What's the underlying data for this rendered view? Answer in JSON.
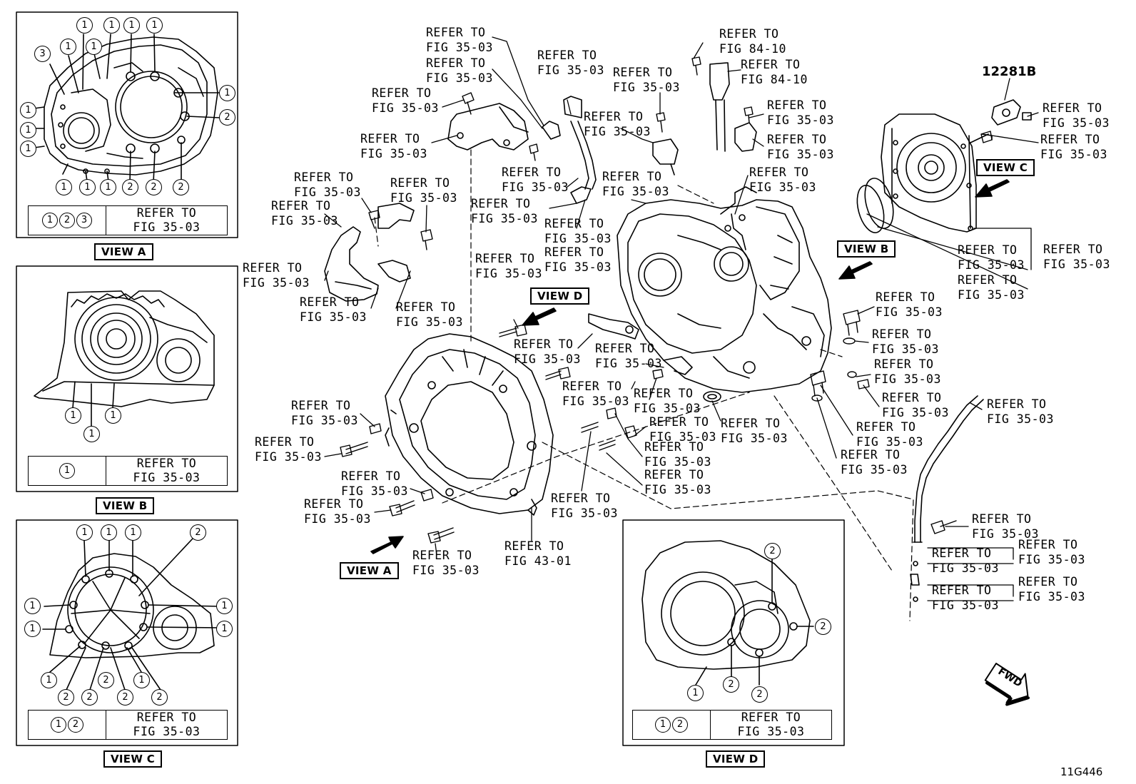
{
  "diagram": {
    "refer_label_line1": "REFER TO",
    "callouts": [
      {
        "id": "c1",
        "l2": "FIG 35-03"
      },
      {
        "id": "c2",
        "l2": "FIG 35-03"
      },
      {
        "id": "c3",
        "l2": "FIG 35-03"
      },
      {
        "id": "c4",
        "l2": "FIG 35-03"
      },
      {
        "id": "c5",
        "l2": "FIG 35-03"
      },
      {
        "id": "c6",
        "l2": "FIG 35-03"
      },
      {
        "id": "c7",
        "l2": "FIG 35-03"
      },
      {
        "id": "c8",
        "l2": "FIG 35-03"
      },
      {
        "id": "c9",
        "l2": "FIG 35-03"
      },
      {
        "id": "c10",
        "l2": "FIG 35-03"
      },
      {
        "id": "c11",
        "l2": "FIG 35-03"
      },
      {
        "id": "c12",
        "l2": "FIG 35-03"
      },
      {
        "id": "c13",
        "l2": "FIG 35-03"
      },
      {
        "id": "c14",
        "l2": "FIG 35-03"
      },
      {
        "id": "c15",
        "l2": "FIG 35-03"
      },
      {
        "id": "c16",
        "l2": "FIG 35-03"
      },
      {
        "id": "c17",
        "l2": "FIG 84-10"
      },
      {
        "id": "c18",
        "l2": "FIG 84-10"
      },
      {
        "id": "c19",
        "l2": "FIG 35-03"
      },
      {
        "id": "c20",
        "l2": "FIG 35-03"
      },
      {
        "id": "c21",
        "l2": "FIG 35-03"
      },
      {
        "id": "c22",
        "l2": "FIG 35-03"
      },
      {
        "id": "c23",
        "l2": "FIG 35-03"
      },
      {
        "id": "c24",
        "l2": "FIG 35-03"
      },
      {
        "id": "c25",
        "l2": "FIG 35-03"
      },
      {
        "id": "c26",
        "l2": "FIG 35-03"
      },
      {
        "id": "c27",
        "l2": "FIG 35-03"
      },
      {
        "id": "c28",
        "l2": "FIG 35-03"
      },
      {
        "id": "c29",
        "l2": "FIG 35-03"
      },
      {
        "id": "c30",
        "l2": "FIG 35-03"
      },
      {
        "id": "c31",
        "l2": "FIG 35-03"
      },
      {
        "id": "c32",
        "l2": "FIG 35-03"
      },
      {
        "id": "c33",
        "l2": "FIG 35-03"
      },
      {
        "id": "c34",
        "l2": "FIG 35-03"
      },
      {
        "id": "c35",
        "l2": "FIG 35-03"
      },
      {
        "id": "c36",
        "l2": "FIG 35-03"
      },
      {
        "id": "c37",
        "l2": "FIG 35-03"
      },
      {
        "id": "c38",
        "l2": "FIG 35-03"
      },
      {
        "id": "c39",
        "l2": "FIG 35-03"
      },
      {
        "id": "c40",
        "l2": "FIG 35-03"
      },
      {
        "id": "c41",
        "l2": "FIG 35-03"
      },
      {
        "id": "c42",
        "l2": "FIG 35-03"
      },
      {
        "id": "c43",
        "l2": "FIG 35-03"
      },
      {
        "id": "c44",
        "l2": "FIG 35-03"
      },
      {
        "id": "c45",
        "l2": "FIG 35-03"
      },
      {
        "id": "c46",
        "l2": "FIG 35-03"
      },
      {
        "id": "c47",
        "l2": "FIG 35-03"
      },
      {
        "id": "c48",
        "l2": "FIG 35-03"
      },
      {
        "id": "c49",
        "l2": "FIG 35-03"
      },
      {
        "id": "c50",
        "l2": "FIG 35-03"
      },
      {
        "id": "c51",
        "l2": "FIG 35-03"
      },
      {
        "id": "c52",
        "l2": "FIG 35-03"
      },
      {
        "id": "c53",
        "l2": "FIG 35-03"
      },
      {
        "id": "c54",
        "l2": "FIG 43-01"
      },
      {
        "id": "c55",
        "l2": "FIG 35-03"
      },
      {
        "id": "c56",
        "l2": "FIG 35-03"
      },
      {
        "id": "c57",
        "l2": "FIG 35-03"
      },
      {
        "id": "c58",
        "l2": "FIG 35-03"
      },
      {
        "id": "c59",
        "l2": "FIG 35-03"
      },
      {
        "id": "c60",
        "l2": "FIG 35-03"
      },
      {
        "id": "c61",
        "l2": "FIG 35-03"
      },
      {
        "id": "c62",
        "l2": "FIG 35-03"
      }
    ],
    "part_number": "12281B",
    "image_code": "11G446",
    "fwd_label": "FWD",
    "view_titles": {
      "a": "VIEW A",
      "b": "VIEW B",
      "c": "VIEW C",
      "d": "VIEW D"
    },
    "insets": {
      "a": {
        "legend_nums": [
          "1",
          "2",
          "3"
        ],
        "legend_l1": "REFER TO",
        "legend_l2": "FIG 35-03"
      },
      "b": {
        "legend_nums": [
          "1"
        ],
        "legend_l1": "REFER TO",
        "legend_l2": "FIG 35-03"
      },
      "c": {
        "legend_nums": [
          "1",
          "2"
        ],
        "legend_l1": "REFER TO",
        "legend_l2": "FIG 35-03"
      },
      "d": {
        "legend_nums": [
          "1",
          "2"
        ],
        "legend_l1": "REFER TO",
        "legend_l2": "FIG 35-03"
      }
    }
  }
}
